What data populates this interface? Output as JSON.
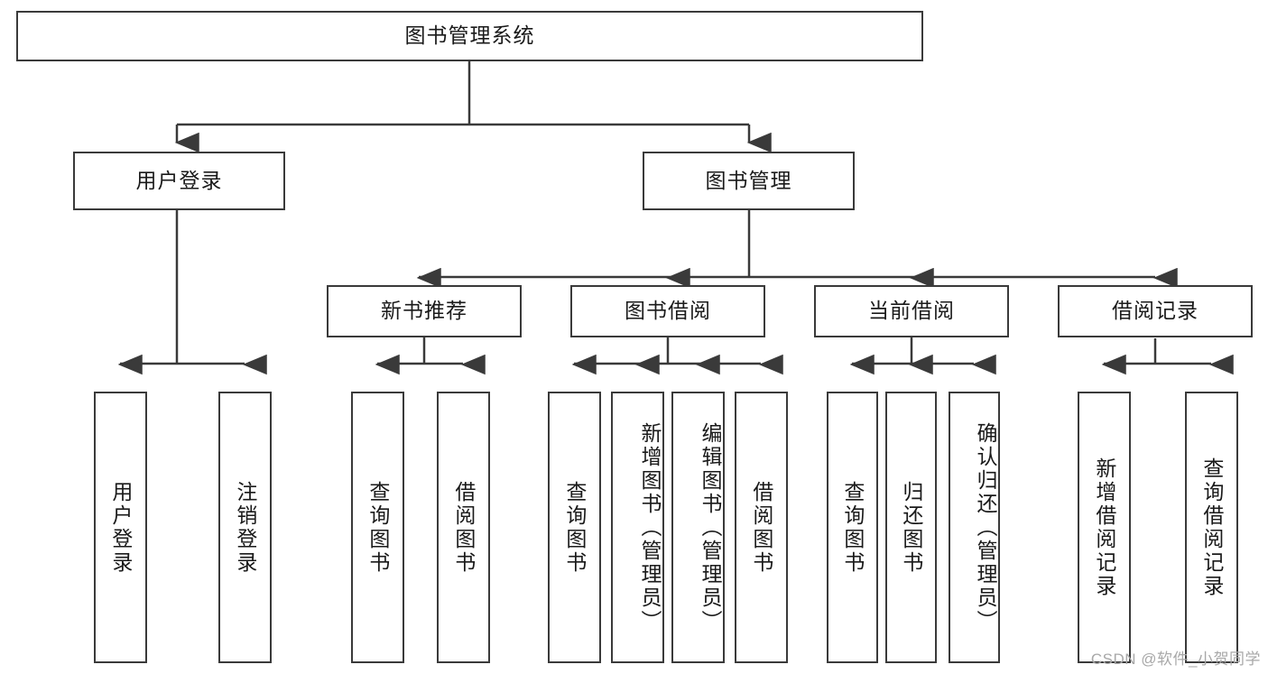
{
  "diagram": {
    "title": "图书管理系统",
    "type": "hierarchy-tree",
    "root": {
      "id": "root",
      "label": "图书管理系统",
      "orientation": "horizontal"
    },
    "level2": [
      {
        "id": "user-login",
        "label": "用户登录",
        "orientation": "horizontal"
      },
      {
        "id": "book-management",
        "label": "图书管理",
        "orientation": "horizontal"
      }
    ],
    "level3": [
      {
        "id": "new-book-recommend",
        "label": "新书推荐",
        "orientation": "horizontal"
      },
      {
        "id": "book-borrow",
        "label": "图书借阅",
        "orientation": "horizontal"
      },
      {
        "id": "current-borrow",
        "label": "当前借阅",
        "orientation": "horizontal"
      },
      {
        "id": "borrow-record",
        "label": "借阅记录",
        "orientation": "horizontal"
      }
    ],
    "leaves": [
      {
        "id": "leaf-user-login",
        "label": "用户登录",
        "parent": "user-login",
        "orientation": "vertical"
      },
      {
        "id": "leaf-user-logout",
        "label": "注销登录",
        "parent": "user-login",
        "orientation": "vertical"
      },
      {
        "id": "leaf-query-book-1",
        "label": "查询图书",
        "parent": "new-book-recommend",
        "orientation": "vertical"
      },
      {
        "id": "leaf-borrow-book-1",
        "label": "借阅图书",
        "parent": "new-book-recommend",
        "orientation": "vertical"
      },
      {
        "id": "leaf-query-book-2",
        "label": "查询图书",
        "parent": "book-borrow",
        "orientation": "vertical"
      },
      {
        "id": "leaf-add-book",
        "label": "新增图书（管理员）",
        "parent": "book-borrow",
        "orientation": "vertical"
      },
      {
        "id": "leaf-edit-book",
        "label": "编辑图书（管理员）",
        "parent": "book-borrow",
        "orientation": "vertical"
      },
      {
        "id": "leaf-borrow-book-2",
        "label": "借阅图书",
        "parent": "book-borrow",
        "orientation": "vertical"
      },
      {
        "id": "leaf-query-book-3",
        "label": "查询图书",
        "parent": "current-borrow",
        "orientation": "vertical"
      },
      {
        "id": "leaf-return-book",
        "label": "归还图书",
        "parent": "current-borrow",
        "orientation": "vertical"
      },
      {
        "id": "leaf-confirm-return",
        "label": "确认归还（管理员）",
        "parent": "current-borrow",
        "orientation": "vertical"
      },
      {
        "id": "leaf-add-record",
        "label": "新增借阅记录",
        "parent": "borrow-record",
        "orientation": "vertical"
      },
      {
        "id": "leaf-query-record",
        "label": "查询借阅记录",
        "parent": "borrow-record",
        "orientation": "vertical"
      }
    ]
  },
  "watermark": {
    "text": "CSDN @软件_小贺同学"
  },
  "colors": {
    "stroke": "#3a3a3a",
    "background": "#ffffff",
    "text": "#1a1a1a",
    "watermark": "#a8a8a8"
  }
}
